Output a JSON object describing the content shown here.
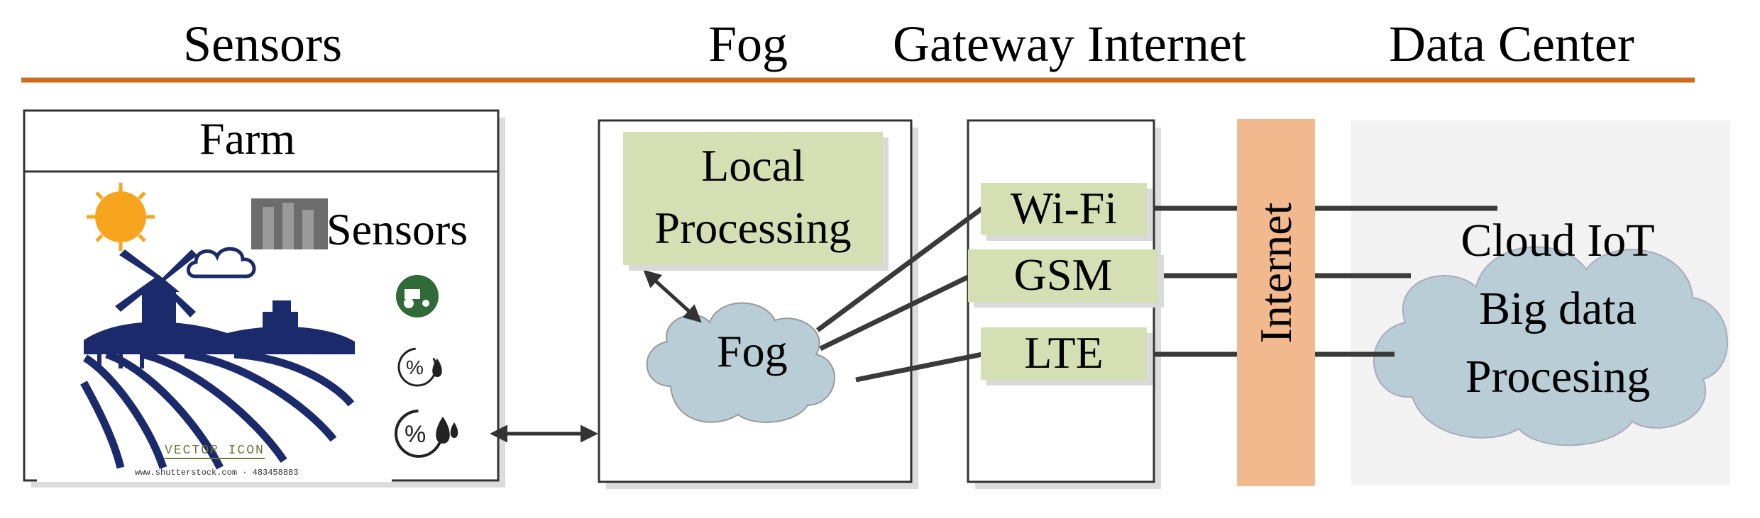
{
  "headers": {
    "sensors": "Sensors",
    "fog": "Fog",
    "gateway_internet": "Gateway Internet",
    "data_center": "Data Center"
  },
  "farm": {
    "title": "Farm",
    "sensors_label": "Sensors",
    "image_caption": "VECTOR ICON",
    "image_credit": "www.shutterstock.com · 483458883"
  },
  "fog_box": {
    "local_processing_line1": "Local",
    "local_processing_line2": "Processing",
    "fog_label": "Fog"
  },
  "gateway": {
    "wifi": "Wi-Fi",
    "gsm": "GSM",
    "lte": "LTE"
  },
  "internet_label": "Internet",
  "cloud": {
    "line1": "Cloud IoT",
    "line2": "Big data",
    "line3": "Procesing"
  },
  "colors": {
    "rule": "#cf6b1c",
    "tag_bg": "#d5dfb4",
    "internet_bar": "#f2b88e",
    "cloud": "#b9cdd6",
    "farm_navy": "#1b2a6b"
  },
  "icons": [
    "sun-icon",
    "factory-icon",
    "tractor-sensor-icon",
    "humidity-icon",
    "humidity-icon-2"
  ]
}
